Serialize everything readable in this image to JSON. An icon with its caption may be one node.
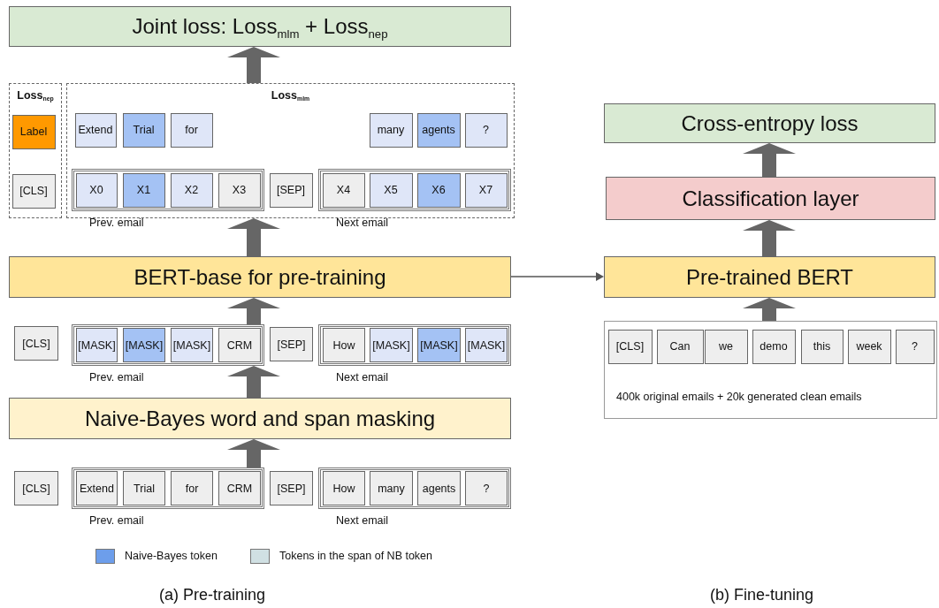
{
  "diagram": {
    "nodes": [
      {
        "text": [
          "Joint loss: Loss$_{mlm}$ + Loss$_{nep}$"
        ]
      },
      {
        "text": [
          "Loss$_{nep}$"
        ]
      },
      {
        "text": [
          "Label"
        ],
        "in": 1
      },
      {
        "text": [
          "[CLS]"
        ],
        "in": 1
      },
      {
        "text": [
          "Loss$_{mlm}$"
        ]
      },
      {
        "text": [
          "Extend"
        ],
        "in": 4
      },
      {
        "text": [
          "Trial"
        ],
        "in": 4
      },
      {
        "text": [
          "for"
        ],
        "in": 4
      },
      {
        "text": [
          "many"
        ],
        "in": 4
      },
      {
        "text": [
          "agents"
        ],
        "in": 4
      },
      {
        "text": [
          "?"
        ],
        "in": 4
      },
      {
        "text": [],
        "shape": "box",
        "in": 4,
        "beside": [
          "Prev. email"
        ]
      },
      {
        "text": [
          "X0"
        ],
        "in": 11
      },
      {
        "text": [
          "X1"
        ],
        "in": 11
      },
      {
        "text": [
          "X2"
        ],
        "in": 11
      },
      {
        "text": [
          "X3"
        ],
        "in": 11
      },
      {
        "text": [
          "[SEP]"
        ],
        "in": 4
      },
      {
        "text": [],
        "shape": "box",
        "in": 4,
        "beside": [
          "Next email"
        ]
      },
      {
        "text": [
          "X4"
        ],
        "in": 17
      },
      {
        "text": [
          "X5"
        ],
        "in": 17
      },
      {
        "text": [
          "X6"
        ],
        "in": 17
      },
      {
        "text": [
          "X7"
        ],
        "in": 17
      },
      {
        "text": [
          "BERT-base for pre-training"
        ]
      },
      {
        "text": [
          "[CLS]"
        ]
      },
      {
        "text": [],
        "shape": "box",
        "beside": [
          "Prev. email"
        ]
      },
      {
        "text": [
          "[MASK]"
        ],
        "in": 24
      },
      {
        "text": [
          "[MASK]"
        ],
        "in": 24
      },
      {
        "text": [
          "[MASK]"
        ],
        "in": 24
      },
      {
        "text": [
          "CRM"
        ],
        "in": 24
      },
      {
        "text": [
          "[SEP]"
        ]
      },
      {
        "text": [],
        "shape": "box",
        "beside": [
          "Next email"
        ]
      },
      {
        "text": [
          "How"
        ],
        "in": 30
      },
      {
        "text": [
          "[MASK]"
        ],
        "in": 30
      },
      {
        "text": [
          "[MASK]"
        ],
        "in": 30
      },
      {
        "text": [
          "[MASK]"
        ],
        "in": 30
      },
      {
        "text": [
          "Naive-Bayes word and span masking"
        ]
      },
      {
        "text": [
          "[CLS]"
        ]
      },
      {
        "text": [],
        "shape": "box",
        "beside": [
          "Prev. email"
        ]
      },
      {
        "text": [
          "Extend"
        ],
        "in": 37
      },
      {
        "text": [
          "Trial"
        ],
        "in": 37
      },
      {
        "text": [
          "for"
        ],
        "in": 37
      },
      {
        "text": [
          "CRM"
        ],
        "in": 37
      },
      {
        "text": [
          "[SEP]"
        ]
      },
      {
        "text": [],
        "shape": "box",
        "beside": [
          "Next email"
        ]
      },
      {
        "text": [
          "How"
        ],
        "in": 43
      },
      {
        "text": [
          "many"
        ],
        "in": 43
      },
      {
        "text": [
          "agents"
        ],
        "in": 43
      },
      {
        "text": [
          "?"
        ],
        "in": 43
      },
      {
        "text": [
          "Cross-entropy loss"
        ]
      },
      {
        "text": [
          "Classification layer"
        ]
      },
      {
        "text": [
          "Pre-trained BERT"
        ]
      },
      {
        "text": [
          "400k original emails + 20k generated clean emails"
        ]
      },
      {
        "text": [
          "[CLS]"
        ],
        "in": 51
      },
      {
        "text": [
          "Can"
        ],
        "in": 51
      },
      {
        "text": [
          "we"
        ],
        "in": 51
      },
      {
        "text": [
          "demo"
        ],
        "in": 51
      },
      {
        "text": [
          "this"
        ],
        "in": 51
      },
      {
        "text": [
          "week"
        ],
        "in": 51
      },
      {
        "text": [
          "?"
        ],
        "in": 51
      }
    ],
    "edges": [
      {
        "from": 4,
        "to": 0,
        "arrow": "to"
      },
      {
        "from": 22,
        "to": 4,
        "arrow": "to"
      },
      {
        "from": 24,
        "to": 22,
        "arrow": "to"
      },
      {
        "from": 35,
        "to": 24,
        "arrow": "to"
      },
      {
        "from": 37,
        "to": 35,
        "arrow": "to"
      },
      {
        "from": 22,
        "to": 50,
        "arrow": "to"
      },
      {
        "from": 51,
        "to": 50,
        "arrow": "to"
      },
      {
        "from": 50,
        "to": 49,
        "arrow": "to"
      },
      {
        "from": 49,
        "to": 48,
        "arrow": "to"
      }
    ],
    "labels": [
      "(a) Pre-training",
      "(b) Fine-tuning"
    ],
    "legend": [
      {
        "text": "Naive-Bayes token",
        "color": "#6d9eeb"
      },
      {
        "text": "Tokens in the span of NB token",
        "color": "#d0e0e3"
      }
    ]
  }
}
